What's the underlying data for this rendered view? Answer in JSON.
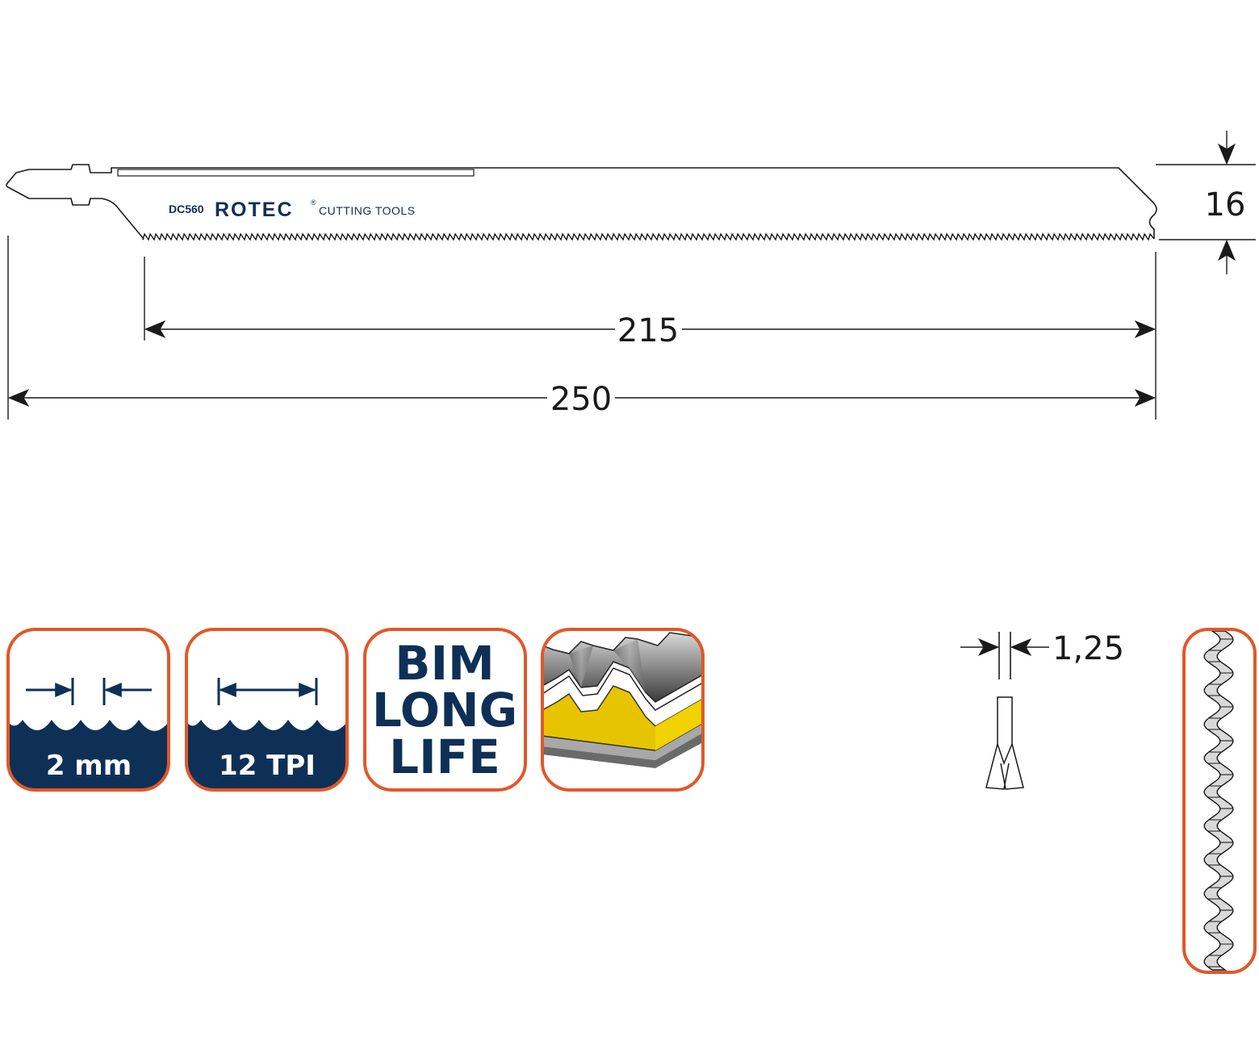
{
  "blade": {
    "code": "DC560",
    "brand": "ROTEC",
    "brand_mark": "®",
    "tagline": "CUTTING TOOLS"
  },
  "dimensions": {
    "height": "16",
    "cutting_length": "215",
    "total_length": "250",
    "thickness": "1,25"
  },
  "badges": {
    "tooth_spacing": "2 mm",
    "tpi": "12 TPI",
    "material_line1": "BIM",
    "material_line2": "LONG",
    "material_line3": "LIFE"
  },
  "colors": {
    "accent": "#e0582b",
    "navy": "#0f3056",
    "ink": "#1a1a1a",
    "material_yellow": "#e6c500"
  }
}
